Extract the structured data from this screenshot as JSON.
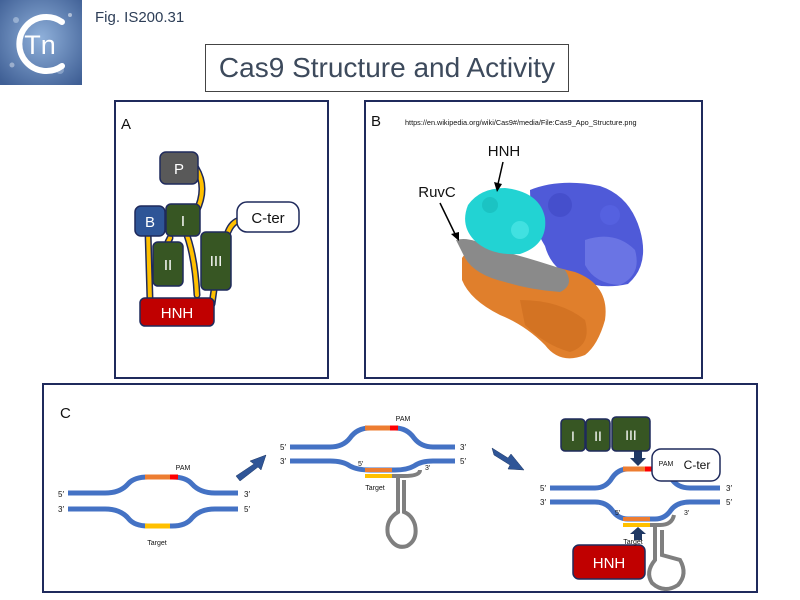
{
  "header": {
    "fig_label": "Fig. IS200.31",
    "title": "Cas9 Structure and Activity",
    "logo_text": "Tn",
    "logo_colors": {
      "bg": "#6d8fbf",
      "ring": "#ffffff"
    }
  },
  "panel_a": {
    "label": "A",
    "domains": {
      "p": "P",
      "b": "B",
      "i": "I",
      "ii": "II",
      "iii": "III",
      "hnh": "HNH",
      "cter": "C-ter"
    },
    "colors": {
      "p": "#595959",
      "b": "#2e5597",
      "green": "#375623",
      "hnh": "#c00000",
      "linker": "#ffc000"
    }
  },
  "panel_b": {
    "label": "B",
    "source": "https://en.wikipedia.org/wiki/Cas9#/media/File:Cas9_Apo_Structure.png",
    "annotations": {
      "hnh": "HNH",
      "ruvc": "RuvC"
    },
    "colors": {
      "hnh": "#22d3d3",
      "ruvc": "#8a8a8a",
      "rec": "#4f5ad8",
      "pi": "#e07f2c"
    }
  },
  "panel_c": {
    "label": "C",
    "pam": "PAM",
    "target": "Target",
    "end5": "5′",
    "end3": "3′",
    "domains": {
      "i": "I",
      "ii": "II",
      "iii": "III",
      "hnh": "HNH",
      "cter": "C-ter"
    },
    "colors": {
      "dna": "#4472c4",
      "pam": "#ff0000",
      "orange": "#ed7d31",
      "target": "#ffc000",
      "guide": "#7f7f7f",
      "arrow": "#2f5597"
    }
  }
}
